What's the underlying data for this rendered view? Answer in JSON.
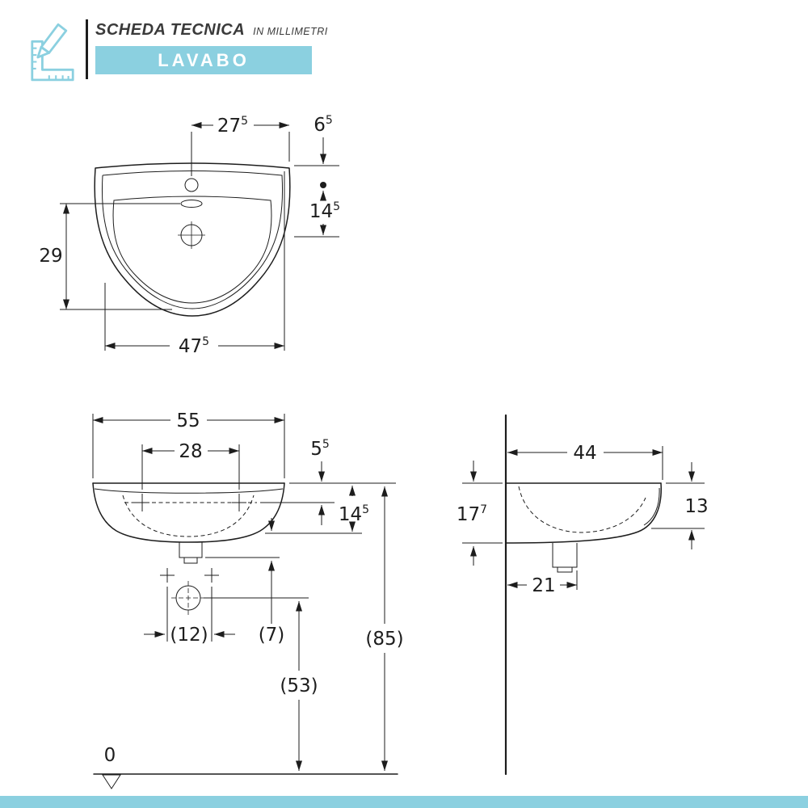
{
  "header": {
    "title": "SCHEDA TECNICA",
    "subtitle": "IN MILLIMETRI",
    "banner": "LAVABO",
    "accent_color": "#8BD0E0",
    "line_color": "#1D1D1D"
  },
  "views": {
    "top_view": {
      "dims": {
        "center_to_edge": {
          "main": "27",
          "sup": "5"
        },
        "edge_to_taphole": {
          "main": "6",
          "sup": "5"
        },
        "taphole_to_drain": {
          "main": "14",
          "sup": "5"
        },
        "bowl_depth": "29",
        "front_width": {
          "main": "47",
          "sup": "5"
        }
      }
    },
    "front_view": {
      "dims": {
        "width": "55",
        "taphole_spacing": "28",
        "edge_to_taphole": {
          "main": "5",
          "sup": "5"
        },
        "rim_height": {
          "main": "14",
          "sup": "5"
        },
        "fixing_hole_spacing": "(12)",
        "trap_offset": "(7)",
        "drain_height": "(53)",
        "top_edge_height": "(85)",
        "floor_level": "0"
      }
    },
    "side_view": {
      "dims": {
        "depth": "44",
        "front_edge_height": "13",
        "wall_edge_height": {
          "main": "17",
          "sup": "7"
        },
        "trap_distance": "21"
      }
    }
  }
}
